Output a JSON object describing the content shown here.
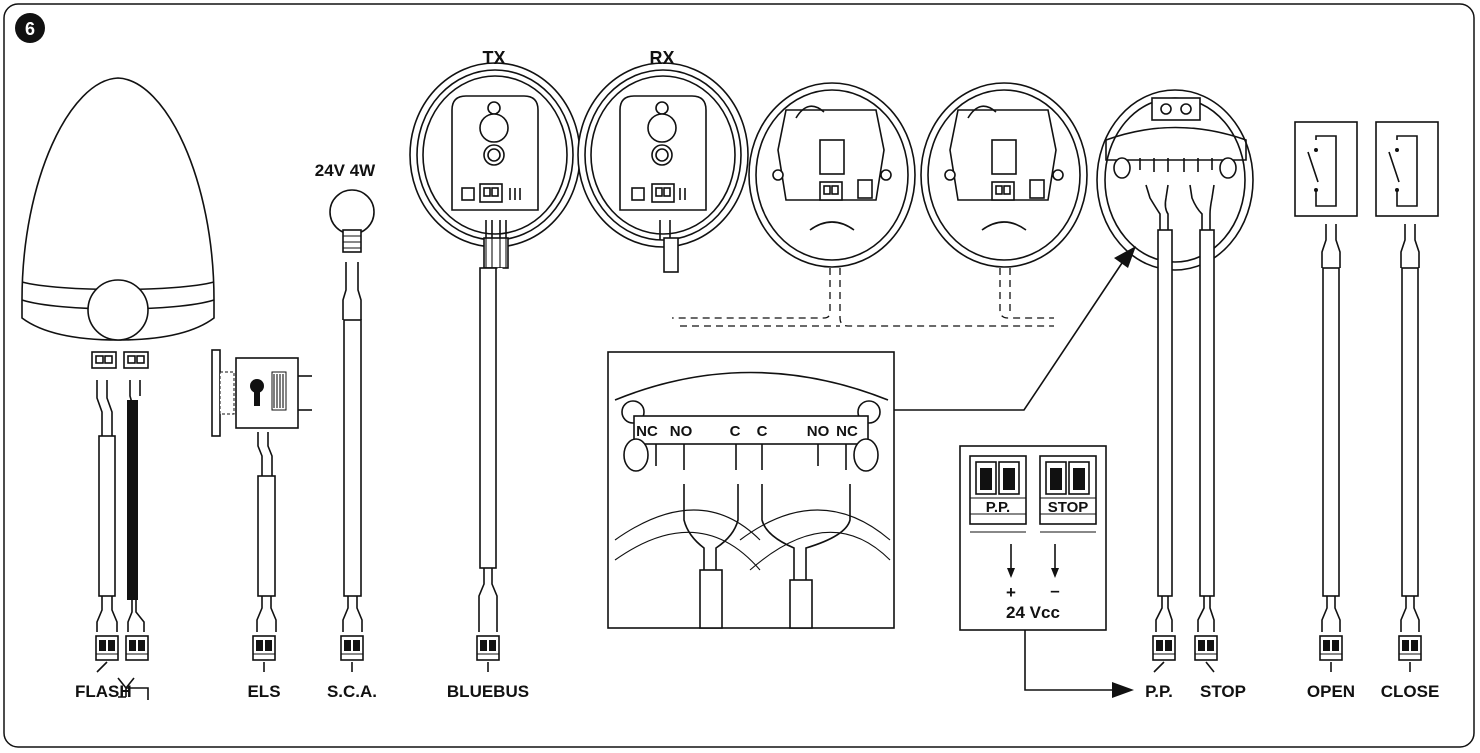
{
  "figure": {
    "badge": "6",
    "top_labels": {
      "tx": "TX",
      "rx": "RX",
      "lamp": "24V 4W"
    },
    "bottom_labels": {
      "flash": "FLASH",
      "els": "ELS",
      "sca": "S.C.A.",
      "bluebus": "BLUEBUS",
      "pp": "P.P.",
      "stop": "STOP",
      "open": "OPEN",
      "close": "CLOSE"
    },
    "detail_contacts": [
      "NC",
      "NO",
      "C",
      "C",
      "NO",
      "NC"
    ],
    "terminal_box": {
      "pp": "P.P.",
      "stop": "STOP",
      "plus": "+",
      "minus": "–",
      "voltage": "24 Vcc"
    },
    "icons": [
      "antenna-icon"
    ]
  }
}
